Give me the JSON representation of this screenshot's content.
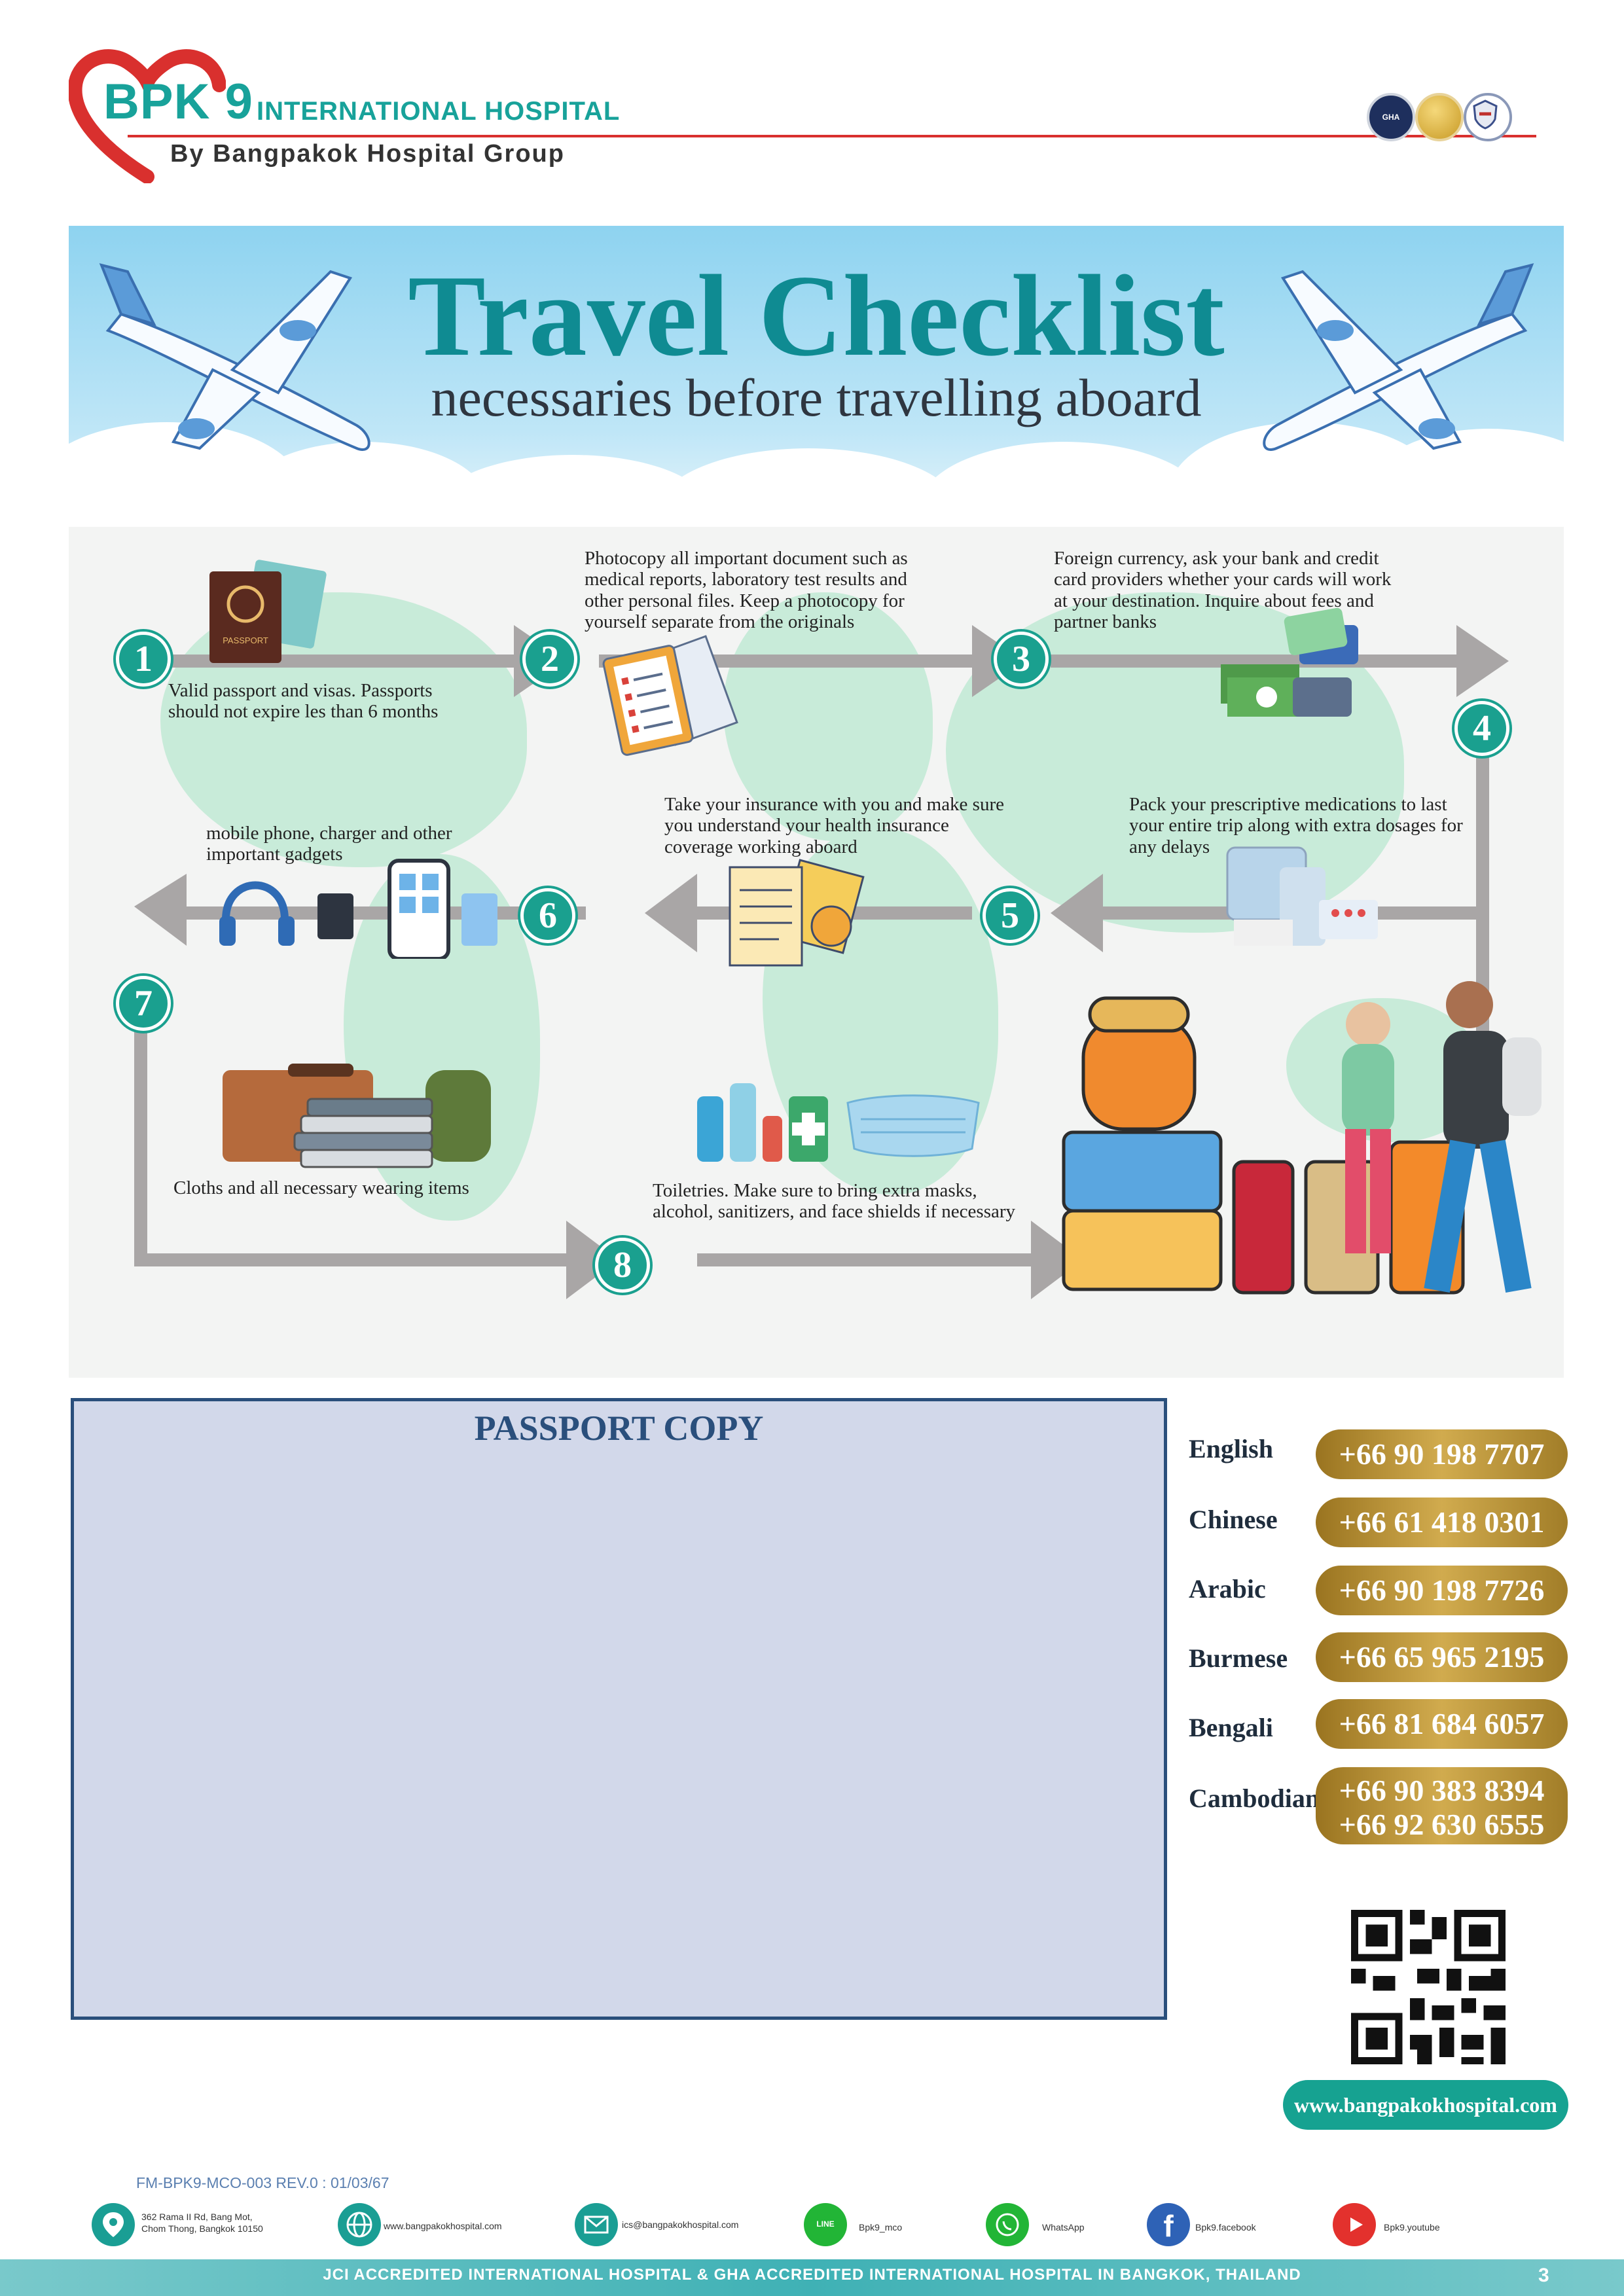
{
  "header": {
    "logo_bpk": "BPK",
    "logo_nine": "9",
    "logo_name": "INTERNATIONAL HOSPITAL",
    "logo_group": "By Bangpakok Hospital Group",
    "accent_color": "#d9302e",
    "brand_color": "#18a29a",
    "badges": [
      {
        "name": "gha-badge-icon",
        "text": "GHA"
      },
      {
        "name": "gold-seal-icon",
        "text": ""
      },
      {
        "name": "accreditation-badge-icon",
        "text": ""
      }
    ]
  },
  "infographic": {
    "title": "Travel Checklist",
    "subtitle": "necessaries before travelling aboard",
    "steps": [
      {
        "num": "1",
        "text": "Valid passport and visas. Passports should not expire les than 6 months"
      },
      {
        "num": "2",
        "text": "Photocopy all important document such as medical reports, laboratory test results and other personal files. Keep a photocopy for yourself separate from the originals"
      },
      {
        "num": "3",
        "text": "Foreign currency, ask your bank and credit card providers whether your cards will work at your destination. Inquire about fees and partner banks"
      },
      {
        "num": "4",
        "text": "Pack your prescriptive medications to last your entire trip along with extra dosages for any delays"
      },
      {
        "num": "5",
        "text": "Take your insurance with you and make sure you understand your health insurance coverage working aboard"
      },
      {
        "num": "6",
        "text": "mobile phone, charger and other important gadgets"
      },
      {
        "num": "7",
        "text": "Cloths and all necessary wearing items"
      },
      {
        "num": "8",
        "text": "Toiletries. Make sure to bring extra masks, alcohol, sanitizers, and face shields if necessary"
      }
    ],
    "passport_label": "PASSPORT"
  },
  "passport_copy": {
    "title": "PASSPORT COPY"
  },
  "contacts": [
    {
      "language": "English",
      "phone": "+66 90 198 7707"
    },
    {
      "language": "Chinese",
      "phone": "+66 61 418 0301"
    },
    {
      "language": "Arabic",
      "phone": "+66 90 198 7726"
    },
    {
      "language": "Burmese",
      "phone": "+66 65 965 2195"
    },
    {
      "language": "Bengali",
      "phone": "+66 81 684 6057"
    },
    {
      "language": "Cambodian",
      "phone": "+66 90 383 8394",
      "phone2": "+66 92 630 6555"
    }
  ],
  "website_pill": "www.bangpakokhospital.com",
  "footer": {
    "form_code": "FM-BPK9-MCO-003 REV.0 : 01/03/67",
    "address_line1": "362 Rama II Rd, Bang Mot,",
    "address_line2": "Chom Thong, Bangkok 10150",
    "website": "www.bangpakokhospital.com",
    "email": "ics@bangpakokhospital.com",
    "line": "Bpk9_mco",
    "line_icon_text": "LINE",
    "whatsapp": "WhatsApp",
    "facebook": "Bpk9.facebook",
    "youtube": "Bpk9.youtube",
    "accreditation": "JCI ACCREDITED INTERNATIONAL HOSPITAL & GHA ACCREDITED INTERNATIONAL HOSPITAL IN BANGKOK, THAILAND",
    "page_number": "3"
  }
}
